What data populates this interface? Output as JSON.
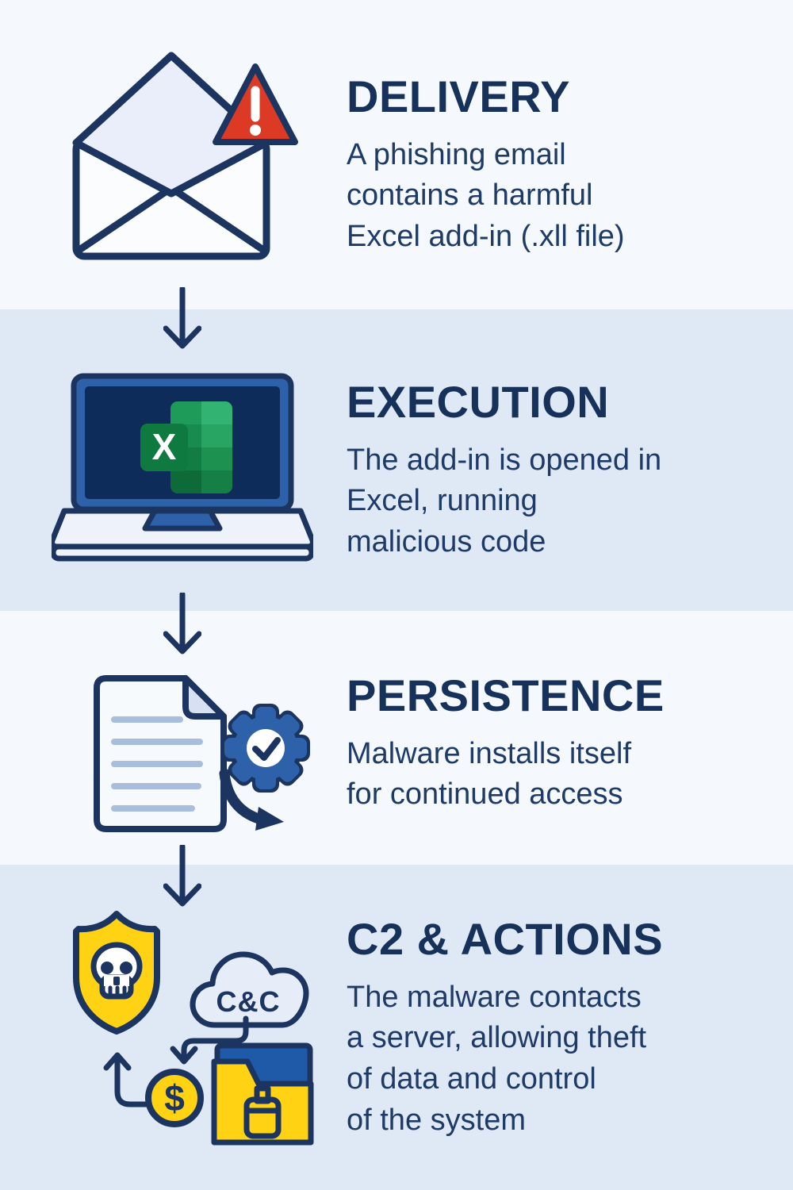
{
  "stages": [
    {
      "title": "DELIVERY",
      "description": "A phishing email\ncontains a harmful\nExcel add-in (.xll file)"
    },
    {
      "title": "EXECUTION",
      "description": "The add-in is opened in\nExcel, running\nmalicious code"
    },
    {
      "title": "PERSISTENCE",
      "description": "Malware installs itself\nfor continued access"
    },
    {
      "title": "C2 & ACTIONS",
      "description": "The malware contacts\na server, allowing theft\nof data and control\nof the system"
    }
  ],
  "icons": {
    "excel_letter": "X",
    "cloud_label": "C&C",
    "coin_symbol": "$"
  },
  "palette": {
    "bg_light": "#f5f8fc",
    "bg_blue": "#dfe8f5",
    "navy": "#1c3560",
    "heading": "#16325b",
    "body_text": "#1e3a66",
    "accent_blue": "#2d62ab",
    "alert_red": "#dd3a26",
    "warning_yellow": "#ffd214",
    "excel_green": "#107c41"
  }
}
